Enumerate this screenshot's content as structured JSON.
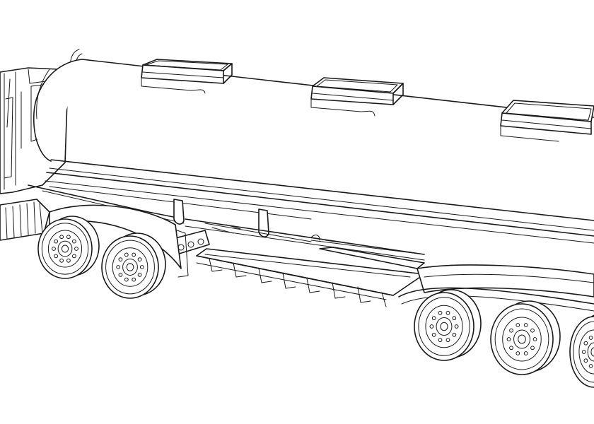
{
  "image": {
    "subject": "tanker-truck-line-drawing",
    "style": "black-and-white line art",
    "colors": {
      "background": "#ffffff",
      "line": "#1a1a1a"
    },
    "tank_hatches": 3,
    "visible_wheels": 5
  }
}
